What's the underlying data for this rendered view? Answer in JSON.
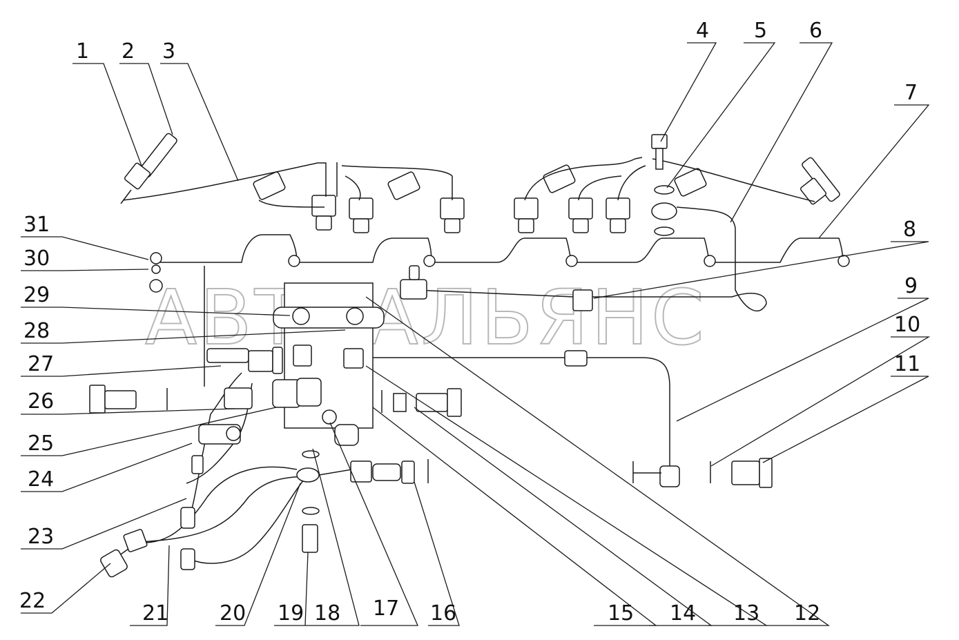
{
  "watermark": "АВТОАЛЬЯНС",
  "callouts": [
    {
      "number": "1"
    },
    {
      "number": "2"
    },
    {
      "number": "3"
    },
    {
      "number": "4"
    },
    {
      "number": "5"
    },
    {
      "number": "6"
    },
    {
      "number": "7"
    },
    {
      "number": "8"
    },
    {
      "number": "9"
    },
    {
      "number": "10"
    },
    {
      "number": "11"
    },
    {
      "number": "12"
    },
    {
      "number": "13"
    },
    {
      "number": "14"
    },
    {
      "number": "15"
    },
    {
      "number": "16"
    },
    {
      "number": "17"
    },
    {
      "number": "18"
    },
    {
      "number": "19"
    },
    {
      "number": "20"
    },
    {
      "number": "21"
    },
    {
      "number": "22"
    },
    {
      "number": "23"
    },
    {
      "number": "24"
    },
    {
      "number": "25"
    },
    {
      "number": "26"
    },
    {
      "number": "27"
    },
    {
      "number": "28"
    },
    {
      "number": "29"
    },
    {
      "number": "30"
    },
    {
      "number": "31"
    }
  ]
}
